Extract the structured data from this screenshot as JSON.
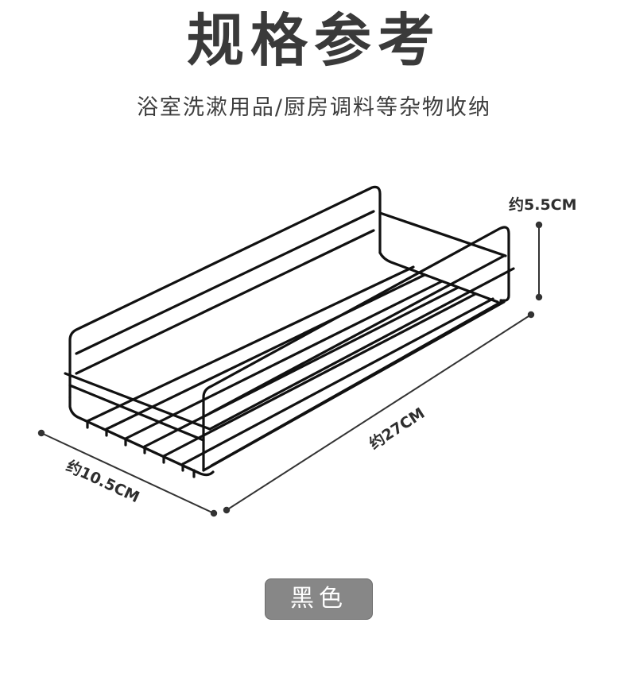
{
  "header": {
    "title": "规格参考",
    "subtitle": "浴室洗漱用品/厨房调料等杂物收纳"
  },
  "dimensions": {
    "height_label": "约5.5CM",
    "length_label": "约27CM",
    "width_label": "约10.5CM"
  },
  "color_option": {
    "label": "黑色"
  },
  "colors": {
    "title": "#3a3a3a",
    "rack": "#111111",
    "dimension_line": "#333333",
    "badge_background": "#878787",
    "badge_text": "#ffffff"
  }
}
